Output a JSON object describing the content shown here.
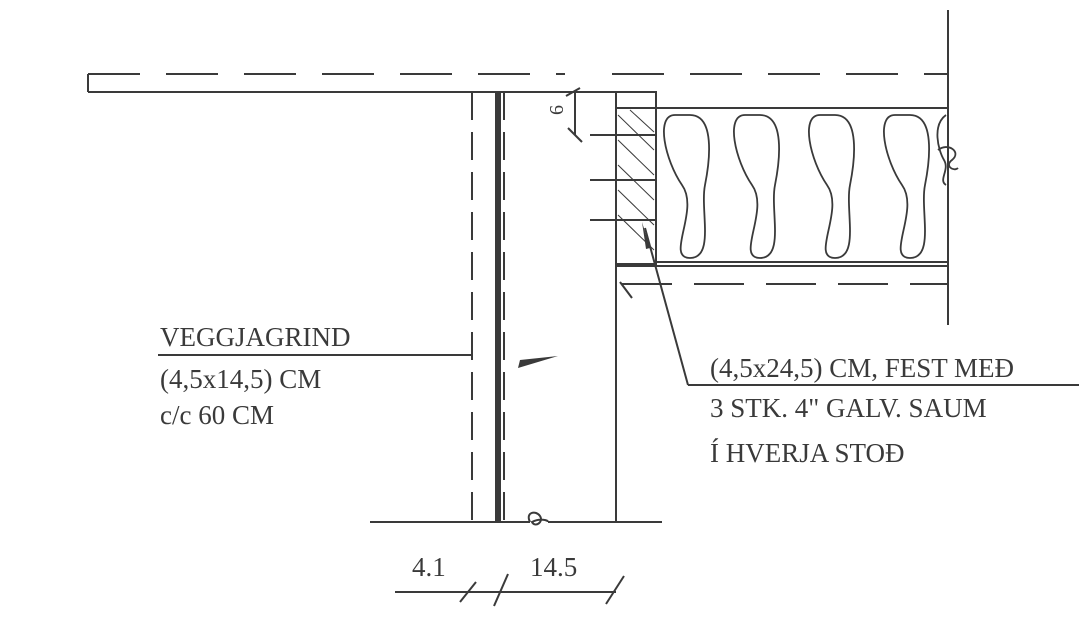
{
  "labels": {
    "stud_title": "VEGGJAGRIND",
    "stud_size": "(4,5x14,5) CM",
    "stud_spacing": "c/c 60 CM",
    "joist_line1": "(4,5x24,5) CM, FEST MEÐ",
    "joist_line2": "3 STK. 4\" GALV. SAUM",
    "joist_line3": "Í HVERJA STOÐ",
    "dim_small": "6",
    "dim_left": "4.1",
    "dim_right": "14.5"
  },
  "colors": {
    "line": "#3a3a3a",
    "background": "#ffffff"
  }
}
